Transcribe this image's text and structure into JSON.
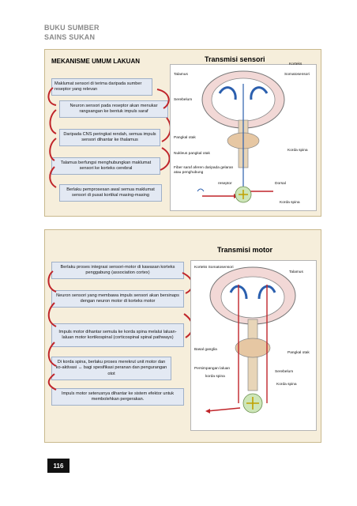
{
  "header": {
    "line1": "BUKU SUMBER",
    "line2": "SAINS SUKAN"
  },
  "panel1": {
    "title": "MEKANISME UMUM LAKUAN",
    "figure_title": "Transmisi sensori",
    "steps": [
      "Maklumat sensori di terima daripada sumber reseptor yang relevan",
      "Neuron sensori pada reseptor akan menukar rangsangan ke bentuk impuls saraf",
      "Daripada CNS peringkat rendah, semua impuls sensori dihantar ke thalamus",
      "Talamus berfungsi menghubungkan maklumat sensori ke korteks cerebral",
      "Berlaku pemprosesan awal semua maklumat sensori di pusat kortikal masing-masing"
    ],
    "labels": {
      "korteks": "Korteks",
      "somatosensori": "Somatosensori",
      "talamus": "Talamus",
      "serebelum": "Serebelum",
      "pangkal_otak": "Pangkal otak",
      "nukleus": "Nukleus pangkal otak",
      "korda_spina": "Korda spina",
      "fiber": "Fiber saraf aferen daripada gelaran atau penghubung",
      "reseptor": "reseptor",
      "dorsal": "Dorsal",
      "korda_spina2": "Korda spina"
    }
  },
  "panel2": {
    "figure_title": "Transmisi motor",
    "steps": [
      "Berlaku proses integrasi sensori-motor di kawasan korteks penggabung (association cortex)",
      "Neuron sensori yang membawa impuls sensori akan bersinaps dengan neuron motor di korteks motor",
      "Impuls motor dihantar semula ke korda spina melalui laluan-laluan motor kortikospinal (corticospinal spinal pathways)",
      "Di korda spina, berlaku proses merekrut unit motor dan ko-aktivasi ↔ bagi spesifikasi peranan dan pengurangan otot",
      "Impuls motor seterusnya dihantar ke sistem efektor untuk membolehkan pergerakan."
    ],
    "labels": {
      "korteks_somato": "Korteks Somatosensori",
      "talamus": "Talamus",
      "basal": "Basal ganglia",
      "pangkal_otak": "Pangkal otak",
      "persimpangan": "Persimpangan laluan",
      "korda_spina": "korda spina",
      "serebelum": "Serebelum",
      "korda_spina2": "Korda spina"
    }
  },
  "page_number": "116",
  "colors": {
    "panel_bg": "#f6eedb",
    "step_box": "#e3e9f3",
    "arrow": "#c0252a",
    "ventricle": "#2b5fae"
  }
}
